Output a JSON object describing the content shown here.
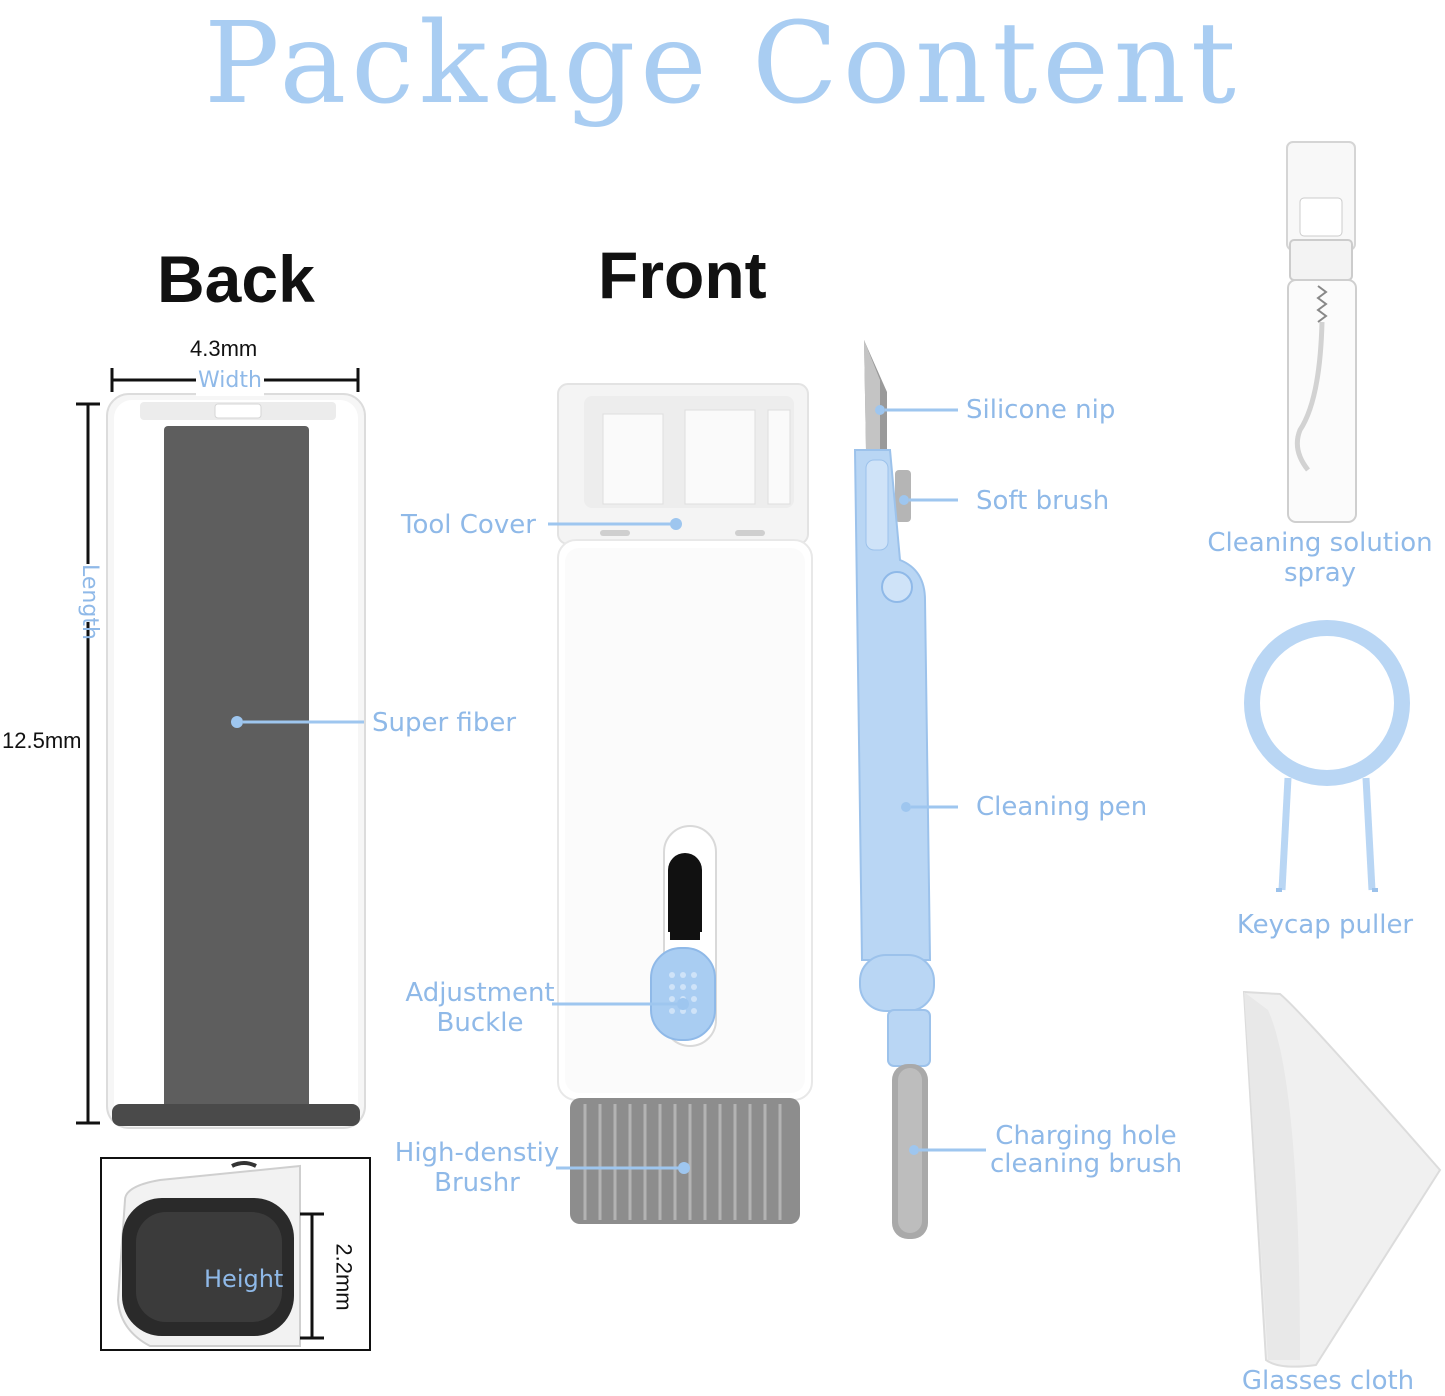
{
  "title": "Package Content",
  "back": {
    "heading": "Back",
    "width_value": "4.3mm",
    "width_label": "Width",
    "length_label": "Length",
    "length_value": "12.5mm",
    "super_fiber_label": "Super fiber",
    "height_label": "Height",
    "height_value": "2.2mm"
  },
  "front": {
    "heading": "Front",
    "tool_cover_label": "Tool Cover",
    "adjustment_label_line1": "Adjustment",
    "adjustment_label_line2": "Buckle",
    "brush_label_line1": "High-denstiy",
    "brush_label_line2": "Brushr"
  },
  "pen": {
    "silicone_nip_label": "Silicone nip",
    "soft_brush_label": "Soft brush",
    "cleaning_pen_label": "Cleaning pen",
    "charging_label_line1": "Charging hole",
    "charging_label_line2": "cleaning brush"
  },
  "accessories": {
    "spray_label_line1": "Cleaning solution",
    "spray_label_line2": "spray",
    "keycap_label": "Keycap puller",
    "cloth_label": "Glasses cloth"
  },
  "colors": {
    "accent_blue": "#a9cdf2",
    "label_blue": "#8fb9e8",
    "fiber_gray": "#5e5e5e",
    "pen_blue": "#b9d6f4"
  }
}
